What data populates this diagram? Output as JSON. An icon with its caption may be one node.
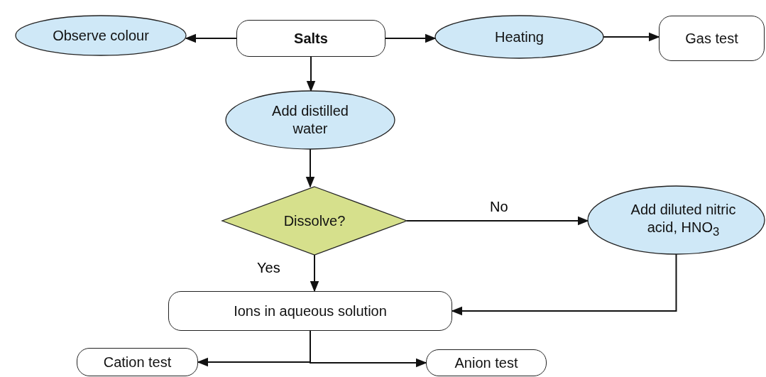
{
  "diagram": {
    "nodes": [
      {
        "text": [
          "Observe colour"
        ]
      },
      {
        "text": [
          "Salts"
        ]
      },
      {
        "text": [
          "Heating"
        ]
      },
      {
        "text": [
          "Gas test"
        ]
      },
      {
        "text": [
          "Add distilled water"
        ]
      },
      {
        "text": [
          "Dissolve?"
        ]
      },
      {
        "text": [
          "Add diluted nitric acid, HNO$_{3}$"
        ]
      },
      {
        "text": [
          "Ions in aqueous solution"
        ]
      },
      {
        "text": [
          "Cation test"
        ]
      },
      {
        "text": [
          "Anion test"
        ]
      }
    ],
    "edges": [
      {
        "from": 1,
        "to": 0,
        "arrow": "to"
      },
      {
        "from": 1,
        "to": 2,
        "arrow": "to"
      },
      {
        "from": 2,
        "to": 3,
        "arrow": "to"
      },
      {
        "from": 1,
        "to": 4,
        "arrow": "to"
      },
      {
        "from": 4,
        "to": 5,
        "arrow": "to"
      },
      {
        "from": 5,
        "to": 6,
        "arrow": "to",
        "label": "No"
      },
      {
        "from": 5,
        "to": 7,
        "arrow": "to",
        "label": "Yes"
      },
      {
        "from": 6,
        "to": 7,
        "arrow": "to"
      },
      {
        "from": 7,
        "to": 8,
        "arrow": "to"
      },
      {
        "from": 7,
        "to": 9,
        "arrow": "to"
      }
    ]
  }
}
